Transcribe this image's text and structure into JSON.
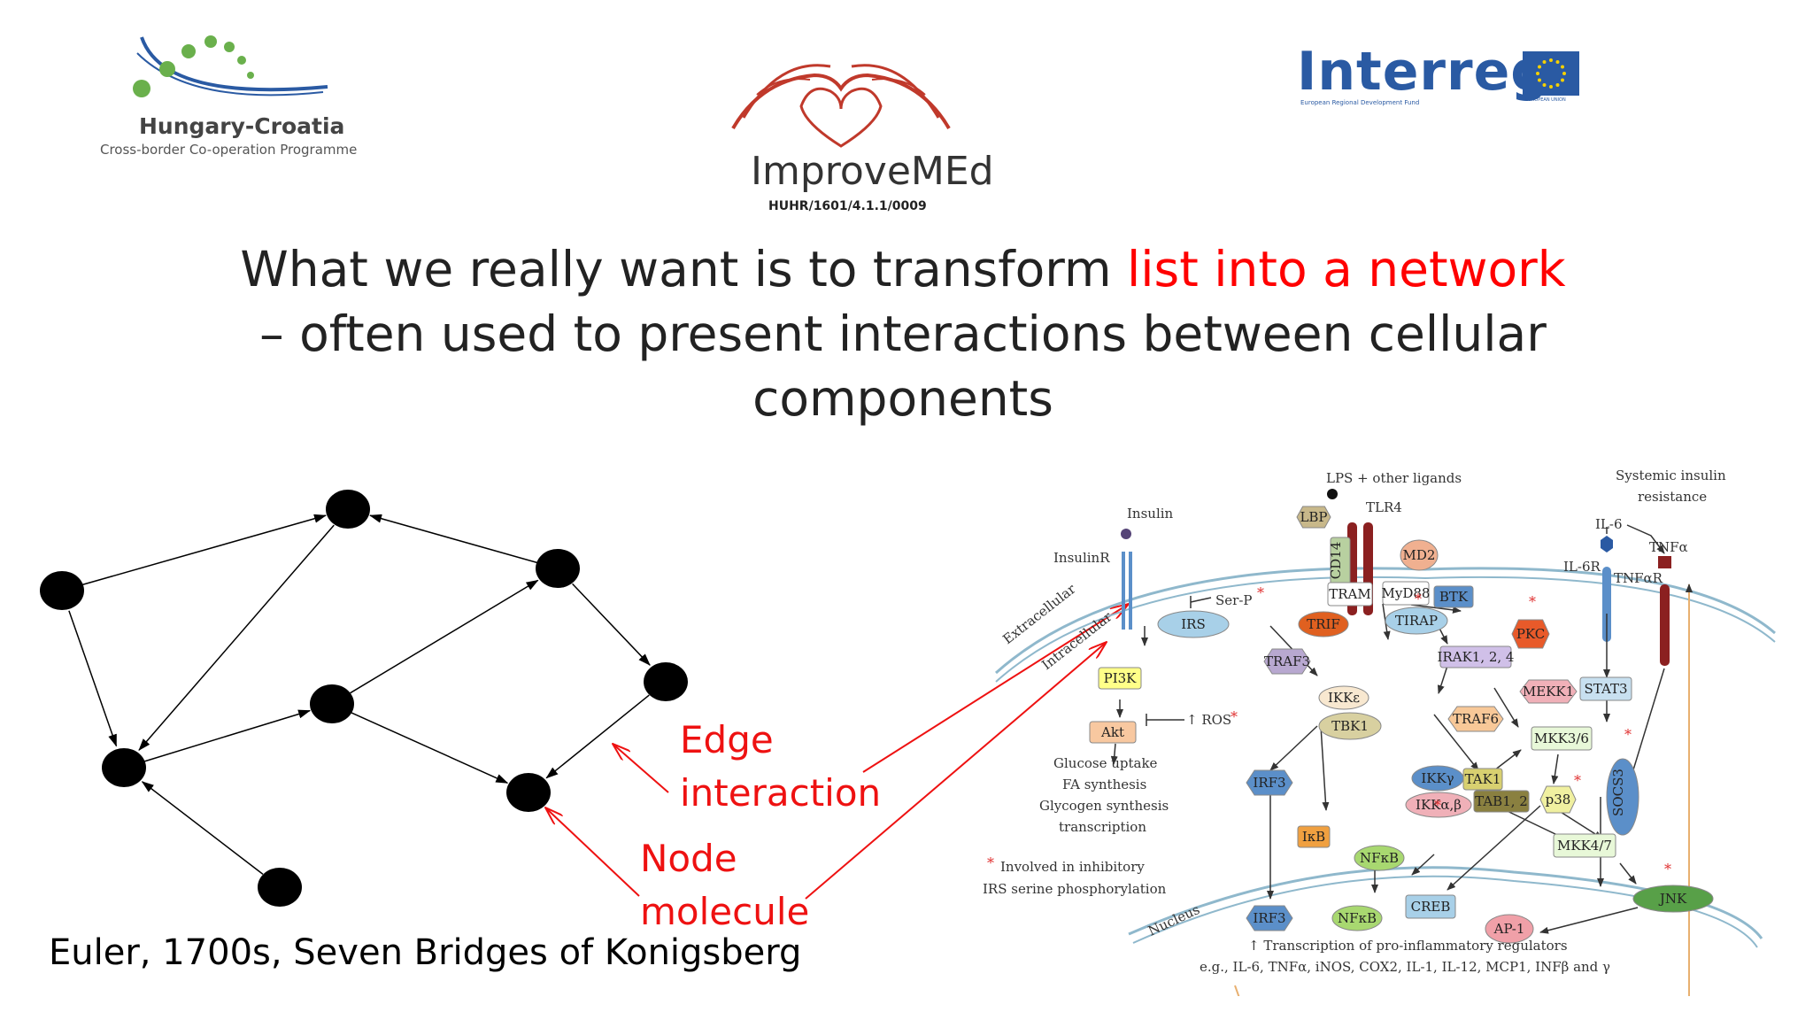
{
  "logos": {
    "hungary_croatia": {
      "name": "Hungary-Croatia",
      "subtitle": "Cross-border Co-operation Programme"
    },
    "improvemed": {
      "name": "ImproveMEd",
      "code": "HUHR/1601/4.1.1/0009"
    },
    "interreg": {
      "name": "Interreg",
      "subtitle": "European Regional Development Fund",
      "flag_caption": "EUROPEAN UNION"
    }
  },
  "title": {
    "part1": "What we really want is to transform ",
    "highlight": "list into a network",
    "part2": "– often used to present interactions between cellular",
    "part3": "components"
  },
  "labels": {
    "edge": {
      "line1": "Edge",
      "line2": "interaction"
    },
    "node": {
      "line1": "Node",
      "line2": "molecule"
    }
  },
  "caption": "Euler, 1700s, Seven Bridges of Konigsberg",
  "colors": {
    "highlight": "#ff0000",
    "labels": "#ee1111",
    "logo_blue": "#2a5aa3",
    "logo_green": "#6ab04c",
    "logo_red": "#c0392b"
  },
  "network": {
    "nodes": [
      {
        "id": "n0"
      },
      {
        "id": "n1"
      },
      {
        "id": "n2"
      },
      {
        "id": "n3"
      },
      {
        "id": "n4"
      },
      {
        "id": "n5"
      },
      {
        "id": "n6"
      },
      {
        "id": "n7"
      },
      {
        "id": "n8"
      }
    ],
    "edges": [
      [
        "n0",
        "n1"
      ],
      [
        "n2",
        "n1"
      ],
      [
        "n1",
        "n6"
      ],
      [
        "n2",
        "n4"
      ],
      [
        "n5",
        "n2"
      ],
      [
        "n0",
        "n6"
      ],
      [
        "n6",
        "n5"
      ],
      [
        "n5",
        "n7"
      ],
      [
        "n4",
        "n7"
      ],
      [
        "n8",
        "n6"
      ]
    ]
  },
  "pathway": {
    "texts": {
      "lps": "LPS + other ligands",
      "insulin": "Insulin",
      "insulinr": "InsulinR",
      "tlr4": "TLR4",
      "systemic": "Systemic insulin",
      "resistance": "resistance",
      "il6": "IL-6",
      "il6r": "IL-6R",
      "tnfa": "TNFα",
      "tnfar": "TNFαR",
      "extracellular": "Extracellular",
      "intracellular": "Intracellular",
      "serp": "Ser-P",
      "ros": "↑ ROS",
      "glucose": "Glucose uptake",
      "fa": "FA synthesis",
      "glycogen": "Glycogen synthesis",
      "transcription": "transcription",
      "involved1": "Involved in inhibitory",
      "involved2": "IRS serine phosphorylation",
      "nucleus": "Nucleus",
      "footer1": "↑ Transcription of pro-inflammatory regulators",
      "footer2": "e.g., IL-6, TNFα, iNOS, COX2, IL-1, IL-12, MCP1, INFβ and γ"
    },
    "nodes": {
      "lbp": "LBP",
      "cd14": "CD14",
      "md2": "MD2",
      "tram": "TRAM",
      "myd88": "MyD88",
      "btk": "BTK",
      "tirap": "TIRAP",
      "pkc": "PKC",
      "trif": "TRIF",
      "irs": "IRS",
      "pi3k": "PI3K",
      "akt": "Akt",
      "traf3": "TRAF3",
      "ikke": "IKKε",
      "tbk1": "TBK1",
      "irak": "IRAK1, 2, 4",
      "mekk1": "MEKK1",
      "traf6": "TRAF6",
      "mkk36": "MKK3/6",
      "stat3": "STAT3",
      "socs3": "SOCS3",
      "irf3": "IRF3",
      "ikkg": "IKKγ",
      "ikkab": "IKKα,β",
      "tak1": "TAK1",
      "tab12": "TAB1, 2",
      "p38": "p38",
      "ikb": "IκB",
      "nfkb": "NFκB",
      "mkk47": "MKK4/7",
      "jnk": "JNK",
      "irf3n": "IRF3",
      "nfkbn": "NFκB",
      "creb": "CREB",
      "ap1": "AP-1"
    }
  }
}
